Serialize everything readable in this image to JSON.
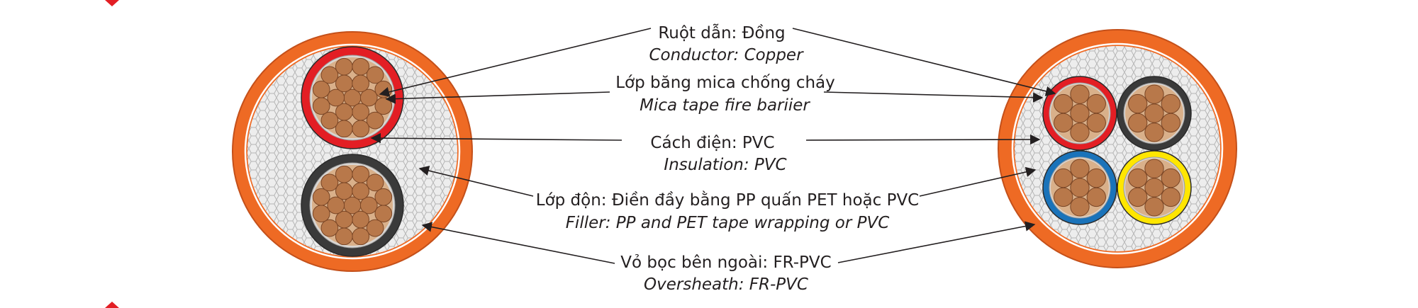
{
  "labels": {
    "conductor": {
      "vi": "Ruột dẫn: Đồng",
      "en": "Conductor: Copper"
    },
    "mica": {
      "vi": "Lớp băng mica chống cháy",
      "en": "Mica tape fire bariier"
    },
    "insulation": {
      "vi": "Cách điện: PVC",
      "en": "Insulation: PVC"
    },
    "filler": {
      "vi": "Lớp độn: Điền đầy bằng PP quấn PET hoặc PVC",
      "en": "Filler: PP and PET tape wrapping or PVC"
    },
    "sheath": {
      "vi": "Vỏ bọc bên ngoài: FR-PVC",
      "en": "Oversheath: FR-PVC"
    }
  },
  "colors": {
    "sheath": "#ee6a24",
    "filler_bg": "#ededed",
    "filler_mesh": "#bdbdbd",
    "copper": "#b8784a",
    "copper_dark": "#7a4626",
    "mica": "#d9d6d3",
    "red": "#e31e24",
    "black": "#3a3a3a",
    "blue": "#1a73ba",
    "yellow": "#ffe600",
    "arrow": "#231f20",
    "accent_red": "#e31e24"
  },
  "cables": [
    {
      "name": "2-core",
      "cores": [
        "red",
        "black"
      ]
    },
    {
      "name": "4-core",
      "cores": [
        "red",
        "black",
        "blue",
        "yellow"
      ]
    }
  ]
}
